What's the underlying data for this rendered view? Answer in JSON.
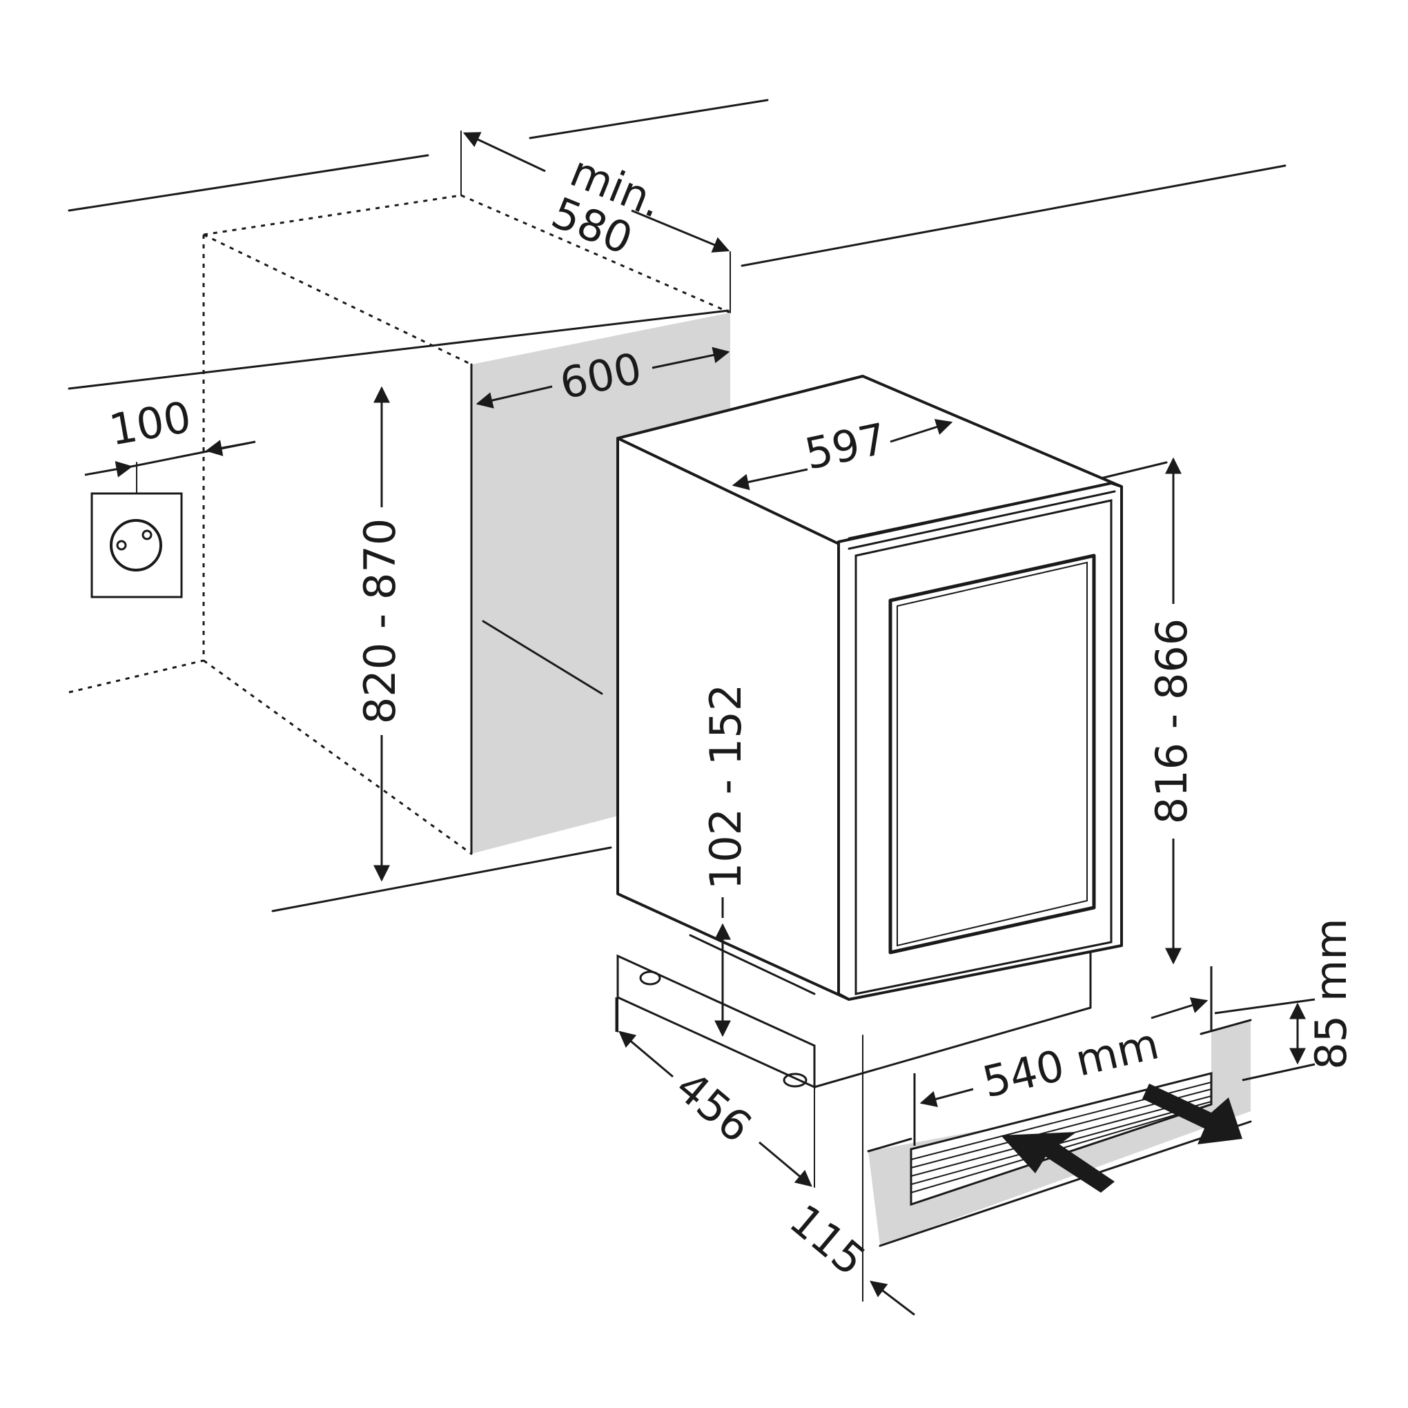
{
  "dimensions": {
    "min_label": "min.",
    "niche_depth": "580",
    "niche_width": "600",
    "niche_height": "820 - 870",
    "socket_offset": "100",
    "appliance_width": "597",
    "appliance_height": "816 - 866",
    "plinth_height": "102 - 152",
    "appliance_depth": "456",
    "door_offset": "115",
    "vent_width": "540 mm",
    "vent_height": "85 mm"
  },
  "icons": {
    "socket": "power-socket-icon",
    "airflow_in": "arrow-air-in-icon",
    "airflow_out": "arrow-air-out-icon"
  },
  "colors": {
    "line": "#1a1a1a",
    "niche_fill": "#d6d6d6",
    "background": "#ffffff"
  }
}
